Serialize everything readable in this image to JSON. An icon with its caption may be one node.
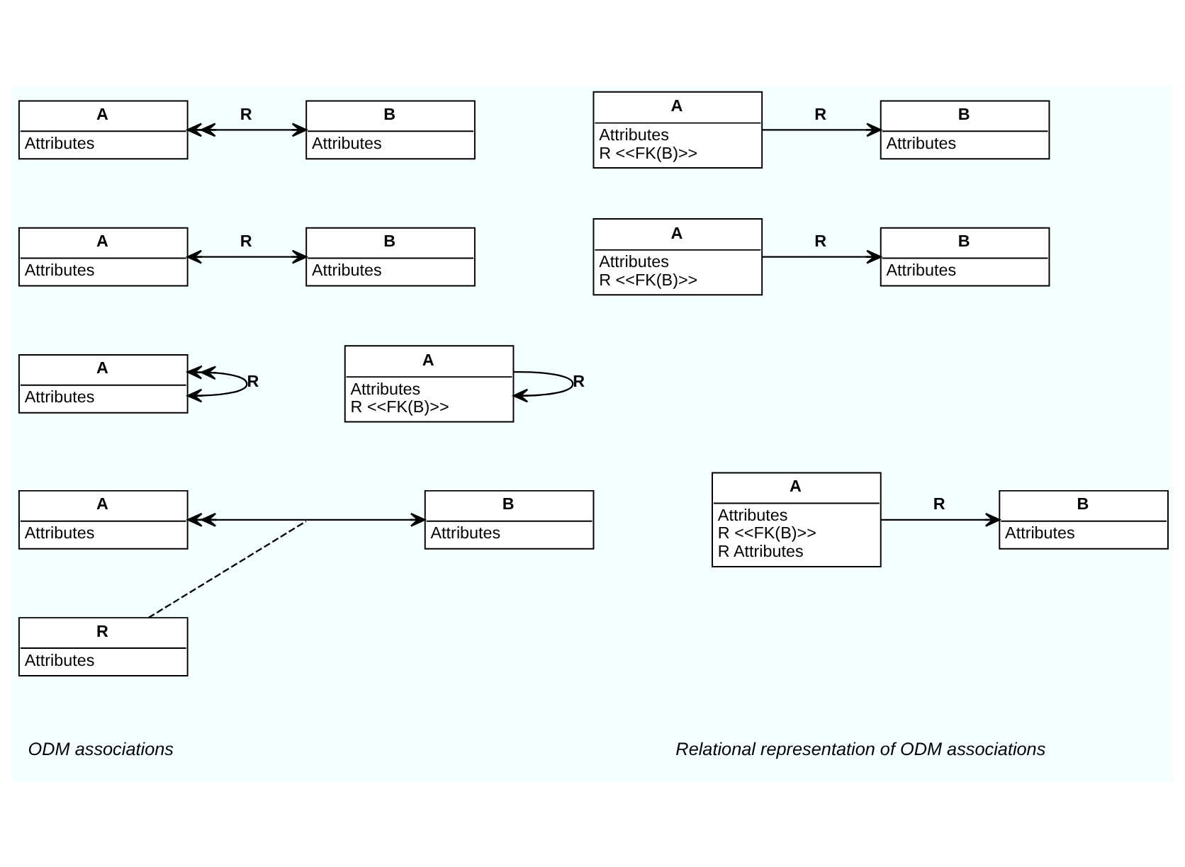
{
  "diagram": {
    "nodes": [
      {
        "text": [
          "A",
          "Attributes"
        ]
      },
      {
        "text": [
          "B",
          "Attributes"
        ]
      },
      {
        "text": [
          "A",
          "Attributes",
          "R <<FK(B)>>"
        ]
      },
      {
        "text": [
          "B",
          "Attributes"
        ]
      },
      {
        "text": [
          "A",
          "Attributes"
        ]
      },
      {
        "text": [
          "B",
          "Attributes"
        ]
      },
      {
        "text": [
          "A",
          "Attributes",
          "R <<FK(B)>>"
        ]
      },
      {
        "text": [
          "B",
          "Attributes"
        ]
      },
      {
        "text": [
          "A",
          "Attributes"
        ]
      },
      {
        "text": [
          "A",
          "Attributes",
          "R <<FK(B)>>"
        ]
      },
      {
        "text": [
          "A",
          "Attributes"
        ]
      },
      {
        "text": [
          "B",
          "Attributes"
        ]
      },
      {
        "text": [
          "R",
          "Attributes"
        ]
      },
      {
        "text": [
          "A",
          "Attributes",
          "R <<FK(B)>>",
          "R Attributes"
        ]
      },
      {
        "text": [
          "B",
          "Attributes"
        ]
      }
    ],
    "edges": [
      {
        "from": 0,
        "to": 1,
        "arrow": "both",
        "label": "R"
      },
      {
        "from": 2,
        "to": 3,
        "arrow": "to",
        "label": "R"
      },
      {
        "from": 4,
        "to": 5,
        "arrow": "both",
        "label": "R"
      },
      {
        "from": 6,
        "to": 7,
        "arrow": "to",
        "label": "R"
      },
      {
        "from": 8,
        "to": 8,
        "arrow": "both",
        "label": "R"
      },
      {
        "from": 9,
        "to": 9,
        "arrow": "to",
        "label": "R"
      },
      {
        "from": 10,
        "to": 11,
        "arrow": "both"
      },
      {
        "from": 12,
        "to": null,
        "arrow": "none",
        "style": "dashed"
      },
      {
        "from": 13,
        "to": 14,
        "arrow": "to",
        "label": "R"
      }
    ],
    "labels": [
      "ODM associations",
      "Relational representation of ODM associations"
    ]
  }
}
